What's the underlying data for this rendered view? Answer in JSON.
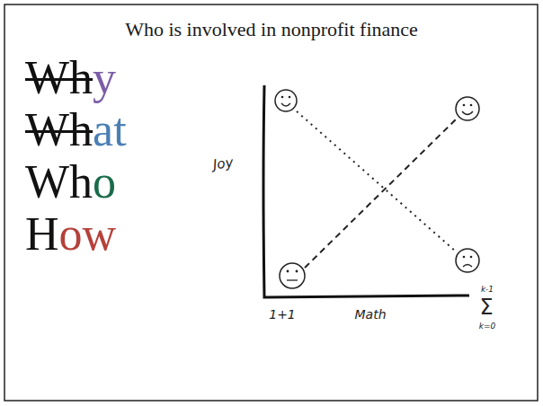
{
  "diagram": {
    "title": "Who is involved in nonprofit finance",
    "labels": [
      "Wh",
      "y",
      "Wh",
      "at",
      "Wh",
      "o",
      "H",
      "ow",
      "Joy",
      "1+1",
      "Math",
      "k-1",
      "Σ",
      "k=0"
    ]
  }
}
